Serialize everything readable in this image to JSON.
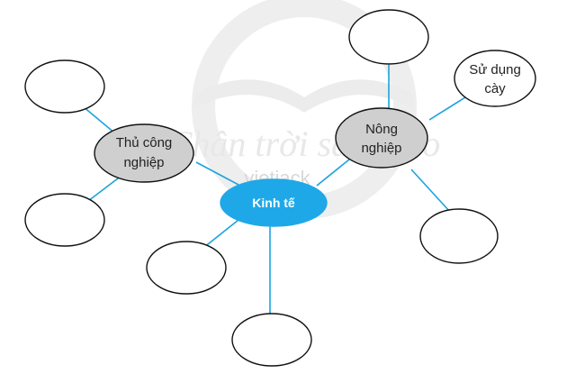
{
  "watermark": {
    "script_text": "Chân trời sáng tạo",
    "brand_text": "vietjack"
  },
  "center": {
    "label": "Kinh tế"
  },
  "branches": {
    "left": {
      "label_line1": "Thủ công",
      "label_line2": "nghiệp"
    },
    "right": {
      "label_line1": "Nông",
      "label_line2": "nghiệp"
    },
    "right_child": {
      "label_line1": "Sử dụng",
      "label_line2": "cày"
    }
  },
  "colors": {
    "center_fill": "#1ea8e8",
    "connector": "#1aa3dd",
    "branch_fill": "#cfcfcf"
  }
}
